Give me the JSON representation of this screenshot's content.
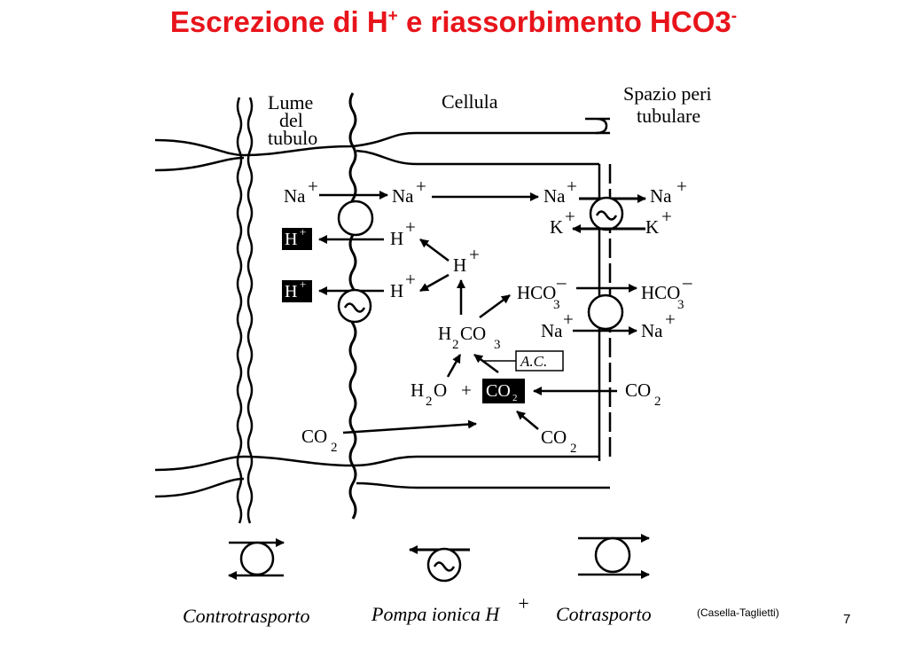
{
  "slide": {
    "title_main": "Escrezione di H",
    "title_sup1": "+",
    "title_mid": " e riassorbimento HCO3",
    "title_sup2": "-",
    "credit": "(Casella-Taglietti)",
    "page_number": "7"
  },
  "columns": {
    "lumen": [
      "Lume",
      "del",
      "tubulo"
    ],
    "cell": "Cellula",
    "peritubular": [
      "Spazio peri",
      "tubulare"
    ]
  },
  "labels": {
    "na_lumen": "Na",
    "na_cell_left": "Na",
    "na_cell_right": "Na",
    "na_peri": "Na",
    "k_cell": "K",
    "k_peri": "K",
    "h_lumen_1": "H",
    "h_lumen_2": "H",
    "h_cell_1": "H",
    "h_cell_2": "H",
    "h_center": "H",
    "hco3_cell": "HCO",
    "hco3_peri": "HCO",
    "na_cell_hco3": "Na",
    "na_peri_hco3": "Na",
    "h2co3_a": "H",
    "h2co3_b": "CO",
    "h2co3_sub1": "2",
    "h2co3_sub2": "3",
    "ac": "A.C.",
    "h2o_a": "H",
    "h2o_sub": "2",
    "h2o_b": "O",
    "plus": "+",
    "co2_center": "CO",
    "co2_center_sub": "2",
    "co2_peri": "CO",
    "co2_peri_sub": "2",
    "co2_lumen": "CO",
    "co2_lumen_sub": "2",
    "co2_bottom": "CO",
    "co2_bottom_sub": "2",
    "sub_3": "3",
    "charge_plus": "+",
    "charge_minus": "–"
  },
  "legend": {
    "antiport": "Controtrasporto",
    "pump": "Pompa ionica H",
    "pump_sup": "+",
    "symport": "Cotrasporto"
  }
}
